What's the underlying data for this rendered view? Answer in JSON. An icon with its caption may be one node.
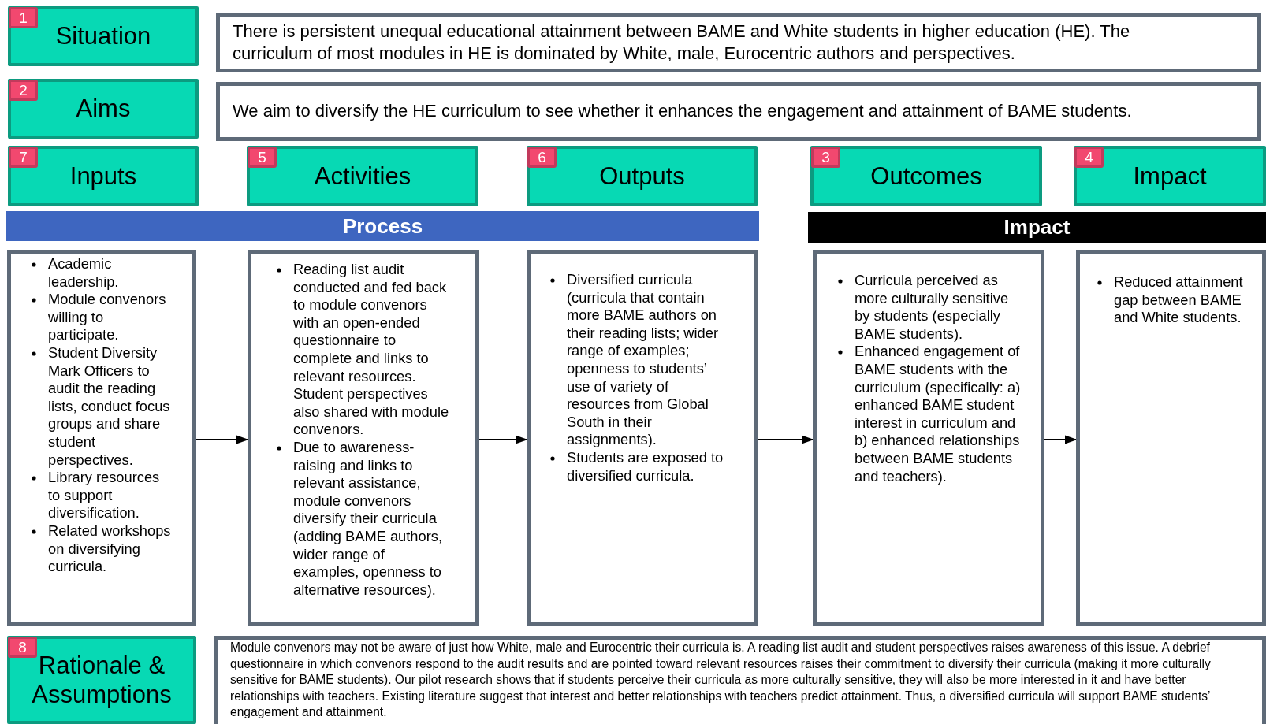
{
  "diagram": {
    "nodes": [
      {
        "text": [
          "Situation"
        ]
      },
      {
        "text": [
          "1"
        ],
        "in": 0
      },
      {
        "text": [
          "There is persistent unequal educational attainment between BAME and White students in higher education (HE). The curriculum of most modules in HE is dominated by White, male, Eurocentric authors and perspectives."
        ]
      },
      {
        "text": [
          "Aims"
        ]
      },
      {
        "text": [
          "2"
        ],
        "in": 3
      },
      {
        "text": [
          "We aim to diversify the HE curriculum to see whether it enhances the engagement and attainment of BAME students."
        ]
      },
      {
        "text": [
          "Inputs"
        ]
      },
      {
        "text": [
          "7"
        ],
        "in": 6
      },
      {
        "text": [
          "Activities"
        ]
      },
      {
        "text": [
          "5"
        ],
        "in": 8
      },
      {
        "text": [
          "Outputs"
        ]
      },
      {
        "text": [
          "6"
        ],
        "in": 10
      },
      {
        "text": [
          "Outcomes"
        ]
      },
      {
        "text": [
          "3"
        ],
        "in": 12
      },
      {
        "text": [
          "Impact"
        ]
      },
      {
        "text": [
          "4"
        ],
        "in": 14
      },
      {
        "text": [
          "Process"
        ]
      },
      {
        "text": [
          "Impact"
        ]
      },
      {
        "text": [
          "Academic leadership.",
          "Module convenors willing to participate.",
          "Student Diversity Mark Officers to audit the reading lists, conduct focus groups and share student perspectives.",
          "Library resources to support diversification.",
          "Related workshops on diversifying curricula."
        ]
      },
      {
        "text": [
          "Reading list audit conducted and fed back to module convenors with an open-ended questionnaire to complete and links to relevant resources. Student perspectives also shared with module convenors.",
          "Due to awareness-raising and links to relevant assistance, module convenors diversify their curricula (adding BAME authors, wider range of examples, openness to alternative resources)."
        ]
      },
      {
        "text": [
          "Diversified curricula (curricula that contain more BAME authors on their reading lists; wider range of examples; openness to students’ use of variety of resources from Global South in their assignments).",
          "Students are exposed to diversified curricula."
        ]
      },
      {
        "text": [
          "Curricula perceived as more culturally sensitive by students (especially BAME students).",
          "Enhanced engagement of BAME students with the curriculum (specifically: a) enhanced BAME student interest in curriculum and b) enhanced relationships between BAME students and teachers)."
        ]
      },
      {
        "text": [
          "Reduced attainment gap between BAME and White students."
        ]
      },
      {
        "text": [
          "Rationale & Assumptions"
        ]
      },
      {
        "text": [
          "8"
        ],
        "in": 23
      },
      {
        "text": [
          "Module convenors may not be aware of just how White, male and Eurocentric their curricula is. A reading list audit and student perspectives raises awareness of this issue. A debrief questionnaire in which convenors respond to the audit results and are pointed toward relevant resources raises their commitment to diversify their curricula (making it more culturally sensitive for BAME students). Our pilot research shows that if students perceive their curricula as more culturally sensitive, they will also be more interested in it and have better relationships with teachers. Existing literature suggest that interest and better relationships with teachers predict attainment. Thus, a diversified curricula will support BAME students’ engagement and attainment."
        ]
      }
    ],
    "edges": [
      {
        "from": 18,
        "to": 19,
        "arrow": "to"
      },
      {
        "from": 19,
        "to": 20,
        "arrow": "to"
      },
      {
        "from": 20,
        "to": 21,
        "arrow": "to"
      },
      {
        "from": 21,
        "to": 22,
        "arrow": "to"
      }
    ]
  }
}
